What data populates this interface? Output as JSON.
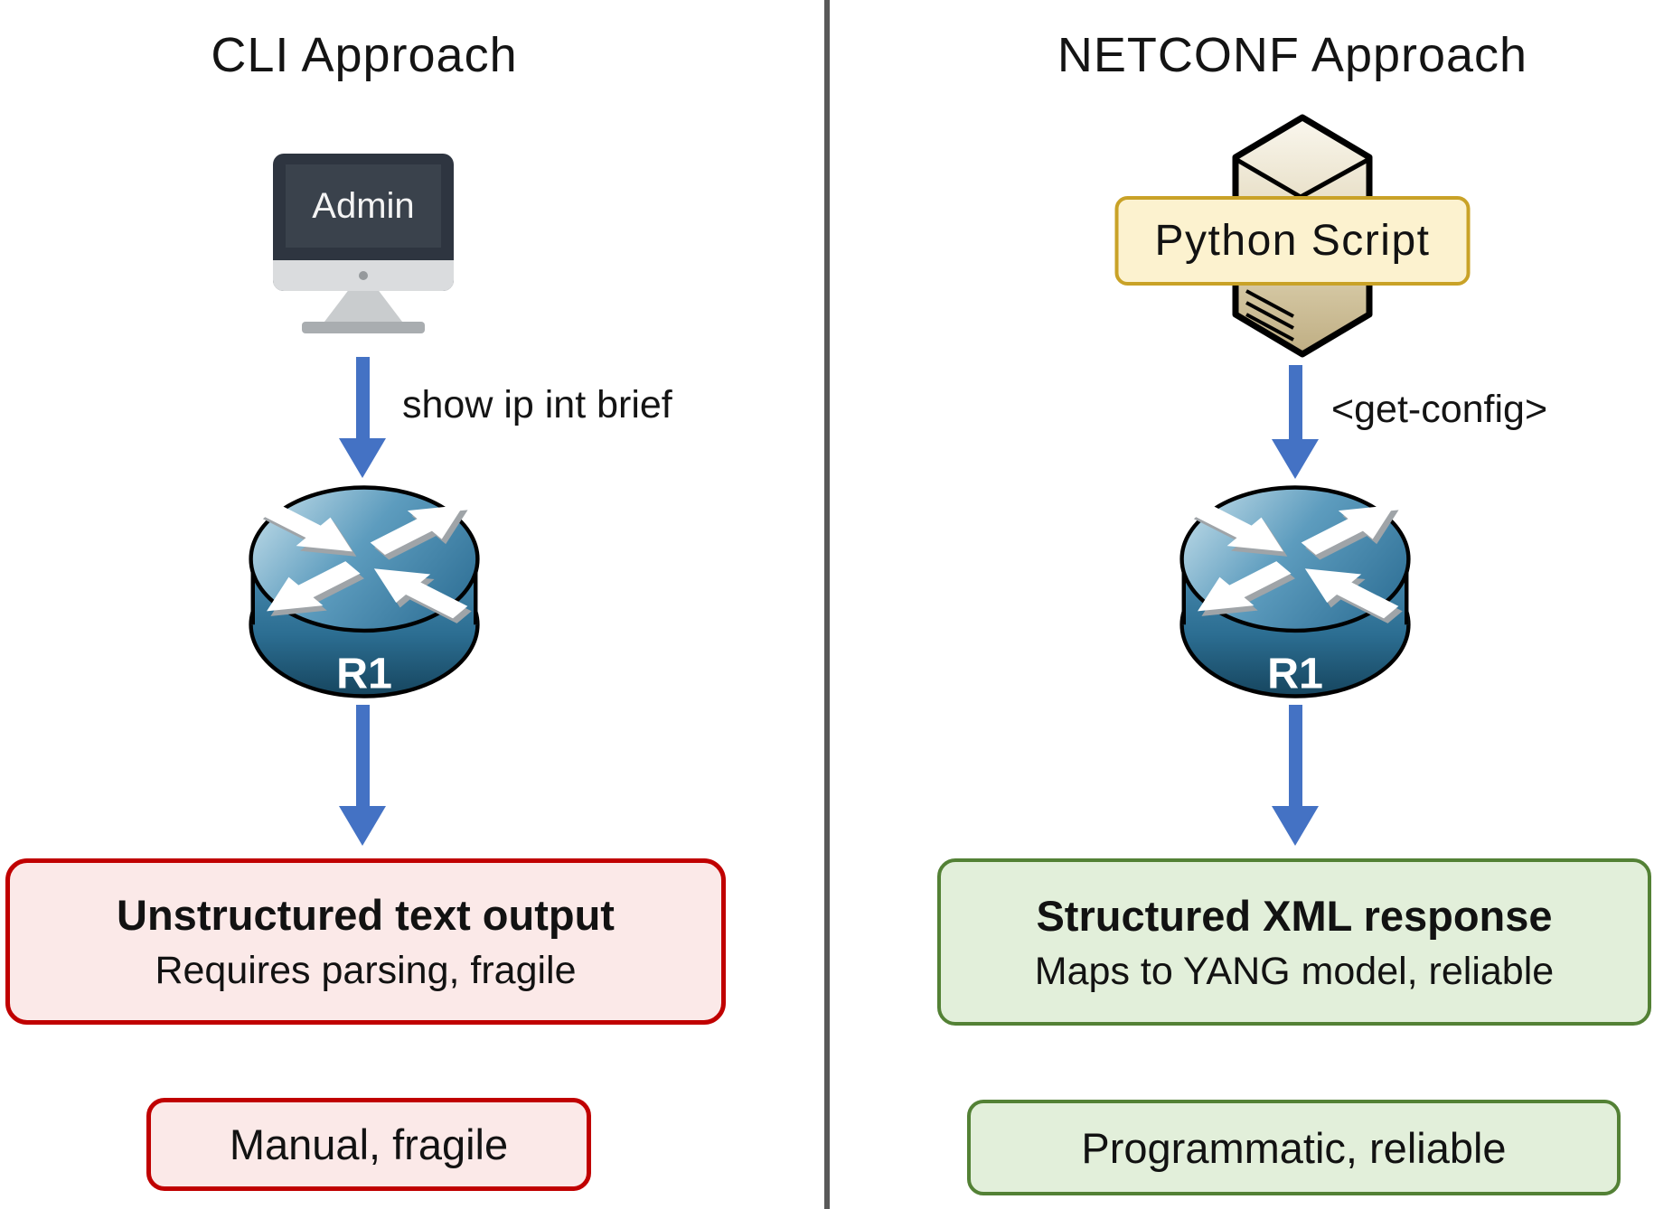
{
  "left": {
    "title": "CLI Approach",
    "admin_label": "Admin",
    "command_label": "show ip int brief",
    "router_label": "R1",
    "result_box": {
      "title": "Unstructured text output",
      "subtitle": "Requires parsing, fragile"
    },
    "summary_label": "Manual, fragile"
  },
  "right": {
    "title": "NETCONF Approach",
    "script_label": "Python Script",
    "command_label": "<get-config>",
    "router_label": "R1",
    "result_box": {
      "title": "Structured XML response",
      "subtitle": "Maps to YANG model, reliable"
    },
    "summary_label": "Programmatic, reliable"
  },
  "colors": {
    "arrow_blue": "#4472C4",
    "divider_gray": "#595959",
    "cli_border_red": "#C00000",
    "cli_fill_pink": "#FBE9E8",
    "netconf_border_green": "#538135",
    "netconf_fill_green": "#E2EFDA",
    "badge_border_gold": "#C9A227",
    "badge_fill_cream": "#FCF2CF",
    "router_blue": "#4E90B4",
    "server_tan": "#D9CCA8"
  }
}
